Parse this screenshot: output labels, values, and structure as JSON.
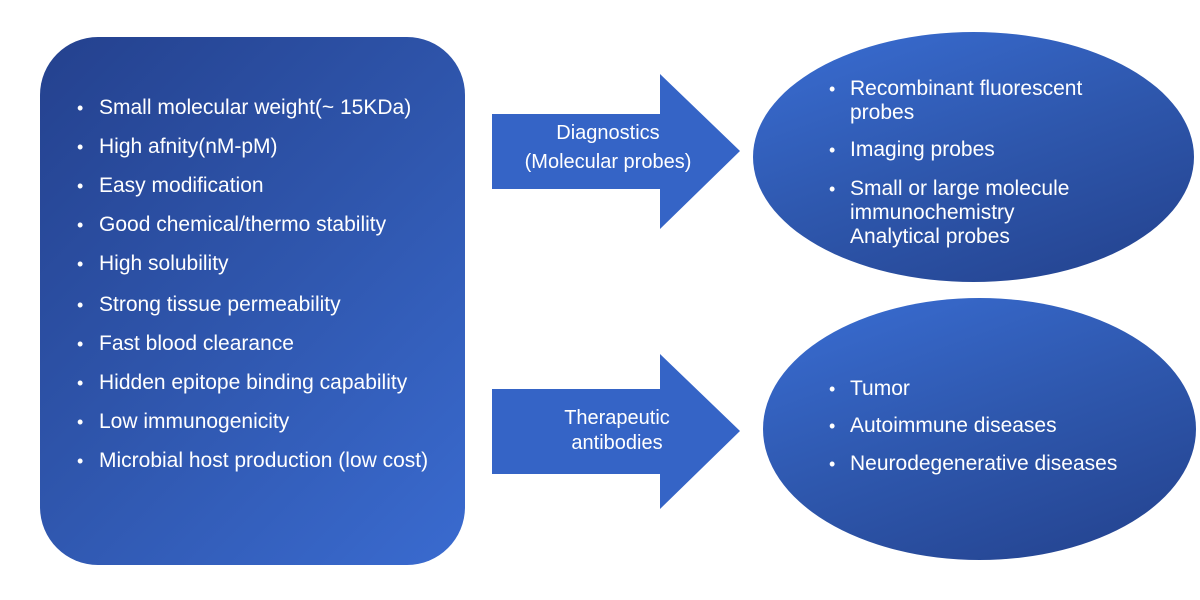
{
  "properties": [
    "Small molecular weight(~ 15KDa)",
    "High afnity(nM-pM)",
    "Easy modification",
    "Good chemical/thermo stability",
    "High solubility",
    "Strong tissue permeability",
    "Fast blood clearance",
    "Hidden epitope binding capability",
    "Low immunogenicity",
    "Microbial host production (low cost)"
  ],
  "arrows": {
    "diagnostics": {
      "label_line1": "Diagnostics",
      "label_line2": "(Molecular probes)"
    },
    "therapeutics": {
      "label_line1": "Therapeutic",
      "label_line2": "antibodies"
    }
  },
  "diagnostics_uses": [
    "Recombinant fluorescent\nprobes",
    "Imaging probes",
    "Small or large molecule\nimmunochemistry\nAnalytical probes"
  ],
  "therapeutic_uses": [
    "Tumor",
    "Autoimmune diseases",
    "Neurodegenerative diseases"
  ],
  "colors": {
    "box_dark": "#24418e",
    "box_light": "#3a6bd0",
    "arrow": "#3564c6",
    "text": "#ffffff"
  }
}
